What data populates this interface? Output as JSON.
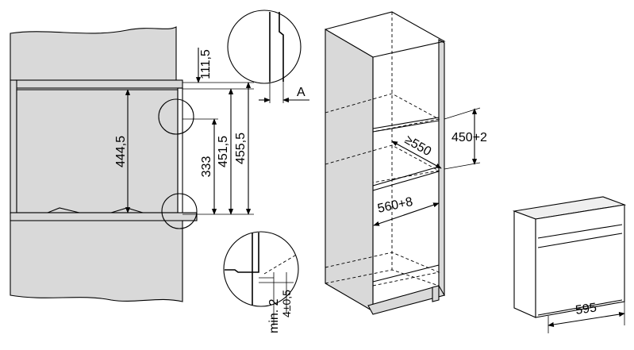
{
  "labels": {
    "dim_111_5": "111,5",
    "dim_444_5": "444,5",
    "dim_333": "333",
    "dim_451_5": "451,5",
    "dim_455_5": "455,5",
    "detail_a": "A",
    "min_2": "min. 2",
    "tol_4": "4±0,5",
    "depth_550": "≥550",
    "height_450": "450+2",
    "width_560": "560+8",
    "width_595": "595"
  }
}
